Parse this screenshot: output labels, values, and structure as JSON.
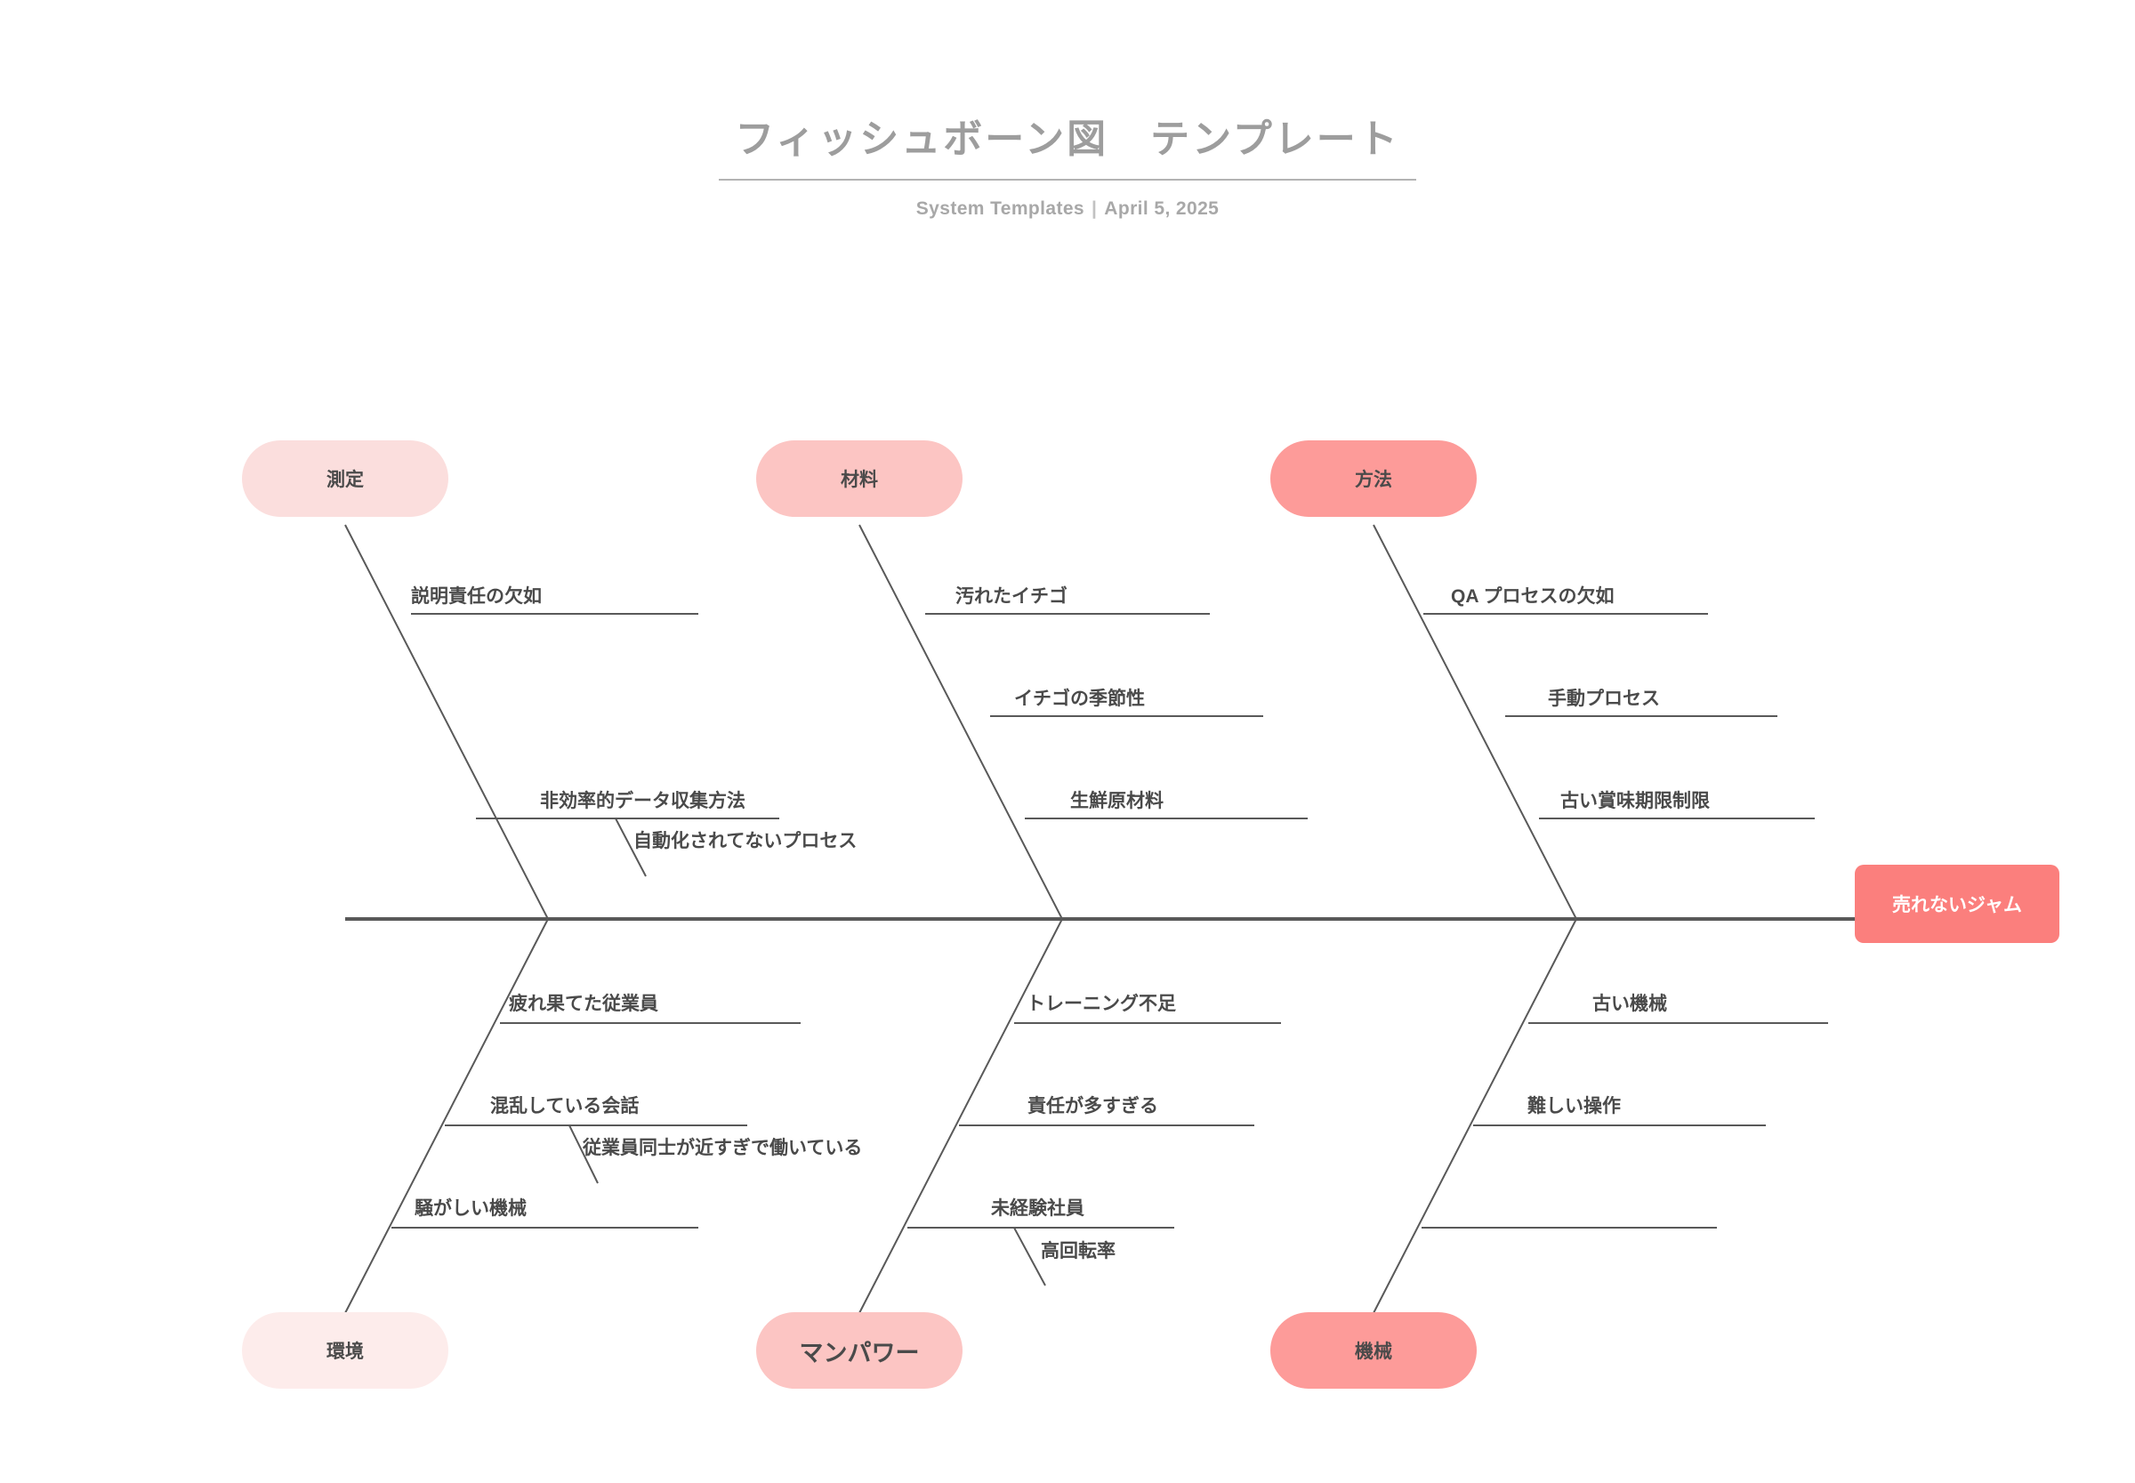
{
  "header": {
    "title": "フィッシュボーン図　テンプレート",
    "org": "System Templates",
    "separator": "|",
    "date": "April 5, 2025"
  },
  "effect": {
    "label": "売れないジャム"
  },
  "colors": {
    "shade_0": "#fdeceb",
    "shade_1": "#fbdedd",
    "shade_2": "#fcc5c3",
    "shade_3": "#fd9b99",
    "effect_fill": "#fb7f7d",
    "effect_text": "#ffffff",
    "line": "#595959",
    "text": "#4a4a4a",
    "title_text": "#9d9d9d",
    "subtitle_text": "#a8a8a8",
    "background": "#ffffff"
  },
  "categories": {
    "measurement": {
      "label": "測定",
      "causes": [
        {
          "label": "説明責任の欠如",
          "sub": []
        },
        {
          "label": "",
          "sub": []
        },
        {
          "label": "非効率的データ収集方法",
          "sub": [
            "自動化されてないプロセス"
          ]
        }
      ]
    },
    "material": {
      "label": "材料",
      "causes": [
        {
          "label": "汚れたイチゴ",
          "sub": []
        },
        {
          "label": "イチゴの季節性",
          "sub": []
        },
        {
          "label": "生鮮原材料",
          "sub": []
        }
      ]
    },
    "method": {
      "label": "方法",
      "causes": [
        {
          "label": "QA プロセスの欠如",
          "sub": []
        },
        {
          "label": "手動プロセス",
          "sub": []
        },
        {
          "label": "古い賞味期限制限",
          "sub": []
        }
      ]
    },
    "environment": {
      "label": "環境",
      "causes": [
        {
          "label": "疲れ果てた従業員",
          "sub": []
        },
        {
          "label": "混乱している会話",
          "sub": [
            "従業員同士が近すぎで働いている"
          ]
        },
        {
          "label": "騒がしい機械",
          "sub": []
        }
      ]
    },
    "manpower": {
      "label": "マンパワー",
      "causes": [
        {
          "label": "トレーニング不足",
          "sub": []
        },
        {
          "label": "責任が多すぎる",
          "sub": []
        },
        {
          "label": "未経験社員",
          "sub": [
            "高回転率"
          ]
        }
      ]
    },
    "machine": {
      "label": "機械",
      "causes": [
        {
          "label": "古い機械",
          "sub": []
        },
        {
          "label": "難しい操作",
          "sub": []
        },
        {
          "label": "",
          "sub": []
        }
      ]
    }
  }
}
